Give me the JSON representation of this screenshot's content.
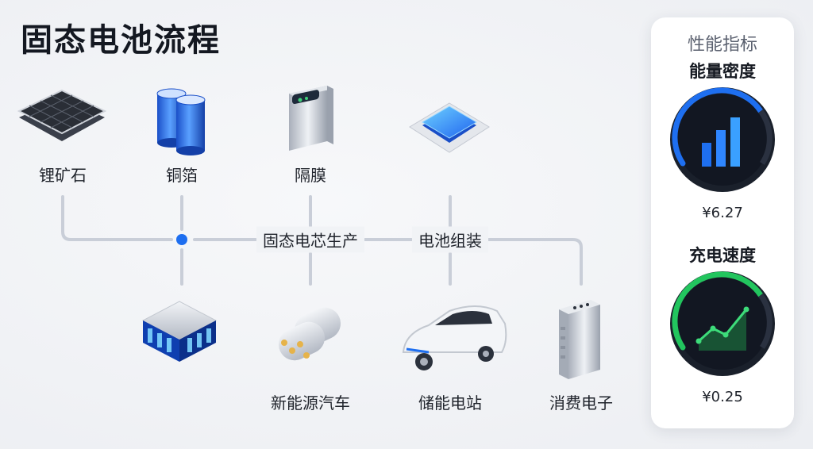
{
  "title": "固态电池流程",
  "materials": {
    "lithium_ore": "锂矿石",
    "copper_foil": "铜箔",
    "separator": "隔膜"
  },
  "stages": {
    "cell_production": "固态电芯生产",
    "battery_assembly": "电池组装"
  },
  "applications": {
    "new_energy_vehicle": "新能源汽车",
    "energy_storage": "储能电站",
    "consumer_electronics": "消费电子"
  },
  "panel": {
    "title": "性能指标",
    "energy_density": {
      "label": "能量密度",
      "value": "¥6.27"
    },
    "charge_speed": {
      "label": "充电速度",
      "value": "¥0.25"
    }
  },
  "colors": {
    "flow_line": "#c9ced8",
    "accent_blue": "#1e6ff0",
    "accent_green": "#22c55e",
    "gauge_face": "#121722"
  }
}
